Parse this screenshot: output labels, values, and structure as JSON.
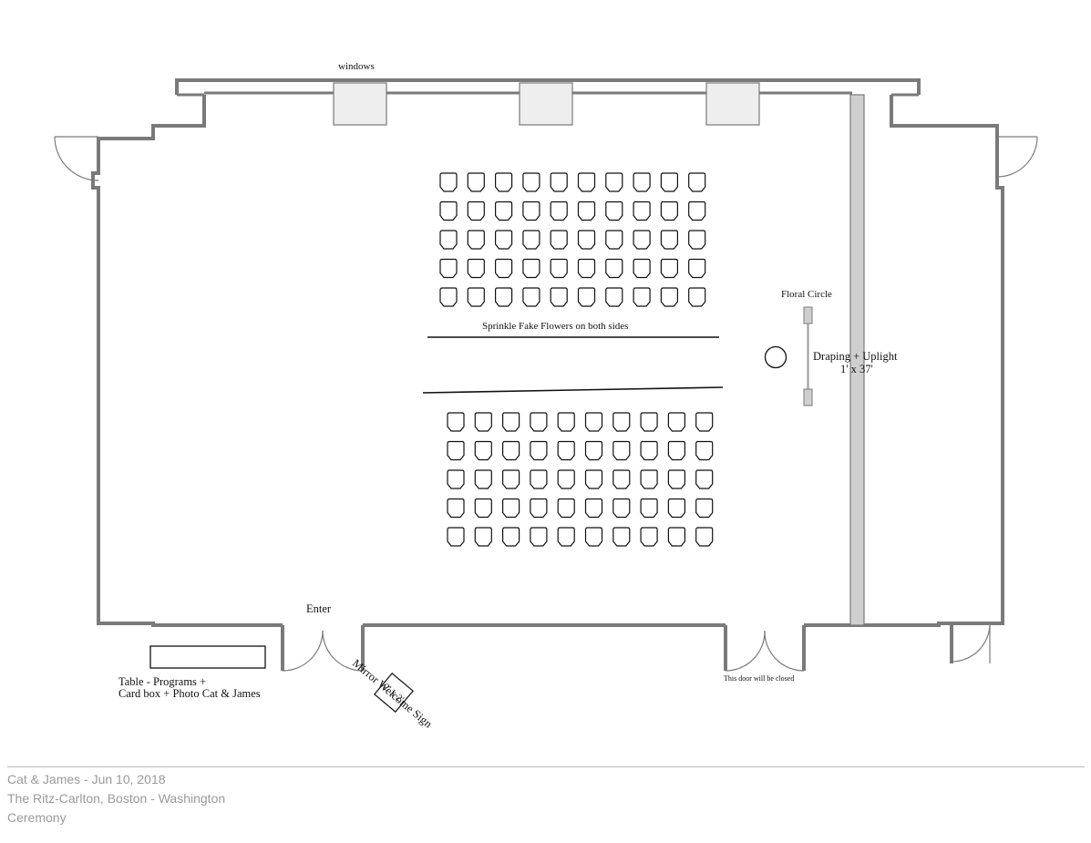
{
  "labels": {
    "windows": "windows",
    "floral_circle": "Floral Circle",
    "sprinkle": "Sprinkle Fake Flowers on both sides",
    "draping_line1": "Draping + Uplight",
    "draping_line2": "1' x 37'",
    "enter": "Enter",
    "table_line1": "Table - Programs +",
    "table_line2": "Card box + Photo Cat & James",
    "mirror_sign": "Mirror Welcome Sign",
    "mirror_size": "2' x 2'",
    "door_closed": "This door will be closed"
  },
  "seating": {
    "top_block": {
      "rows": 5,
      "cols": 10
    },
    "bottom_block": {
      "rows": 5,
      "cols": 10
    }
  },
  "footer": {
    "line1": "Cat & James - Jun 10, 2018",
    "line2": "The Ritz-Carlton, Boston - Washington",
    "line3": "Ceremony"
  },
  "colors": {
    "wall": "#7a7a7a",
    "window_fill": "#eeeeee",
    "drape_fill": "#cfcfcf",
    "footer_text": "#9a9a9a"
  }
}
